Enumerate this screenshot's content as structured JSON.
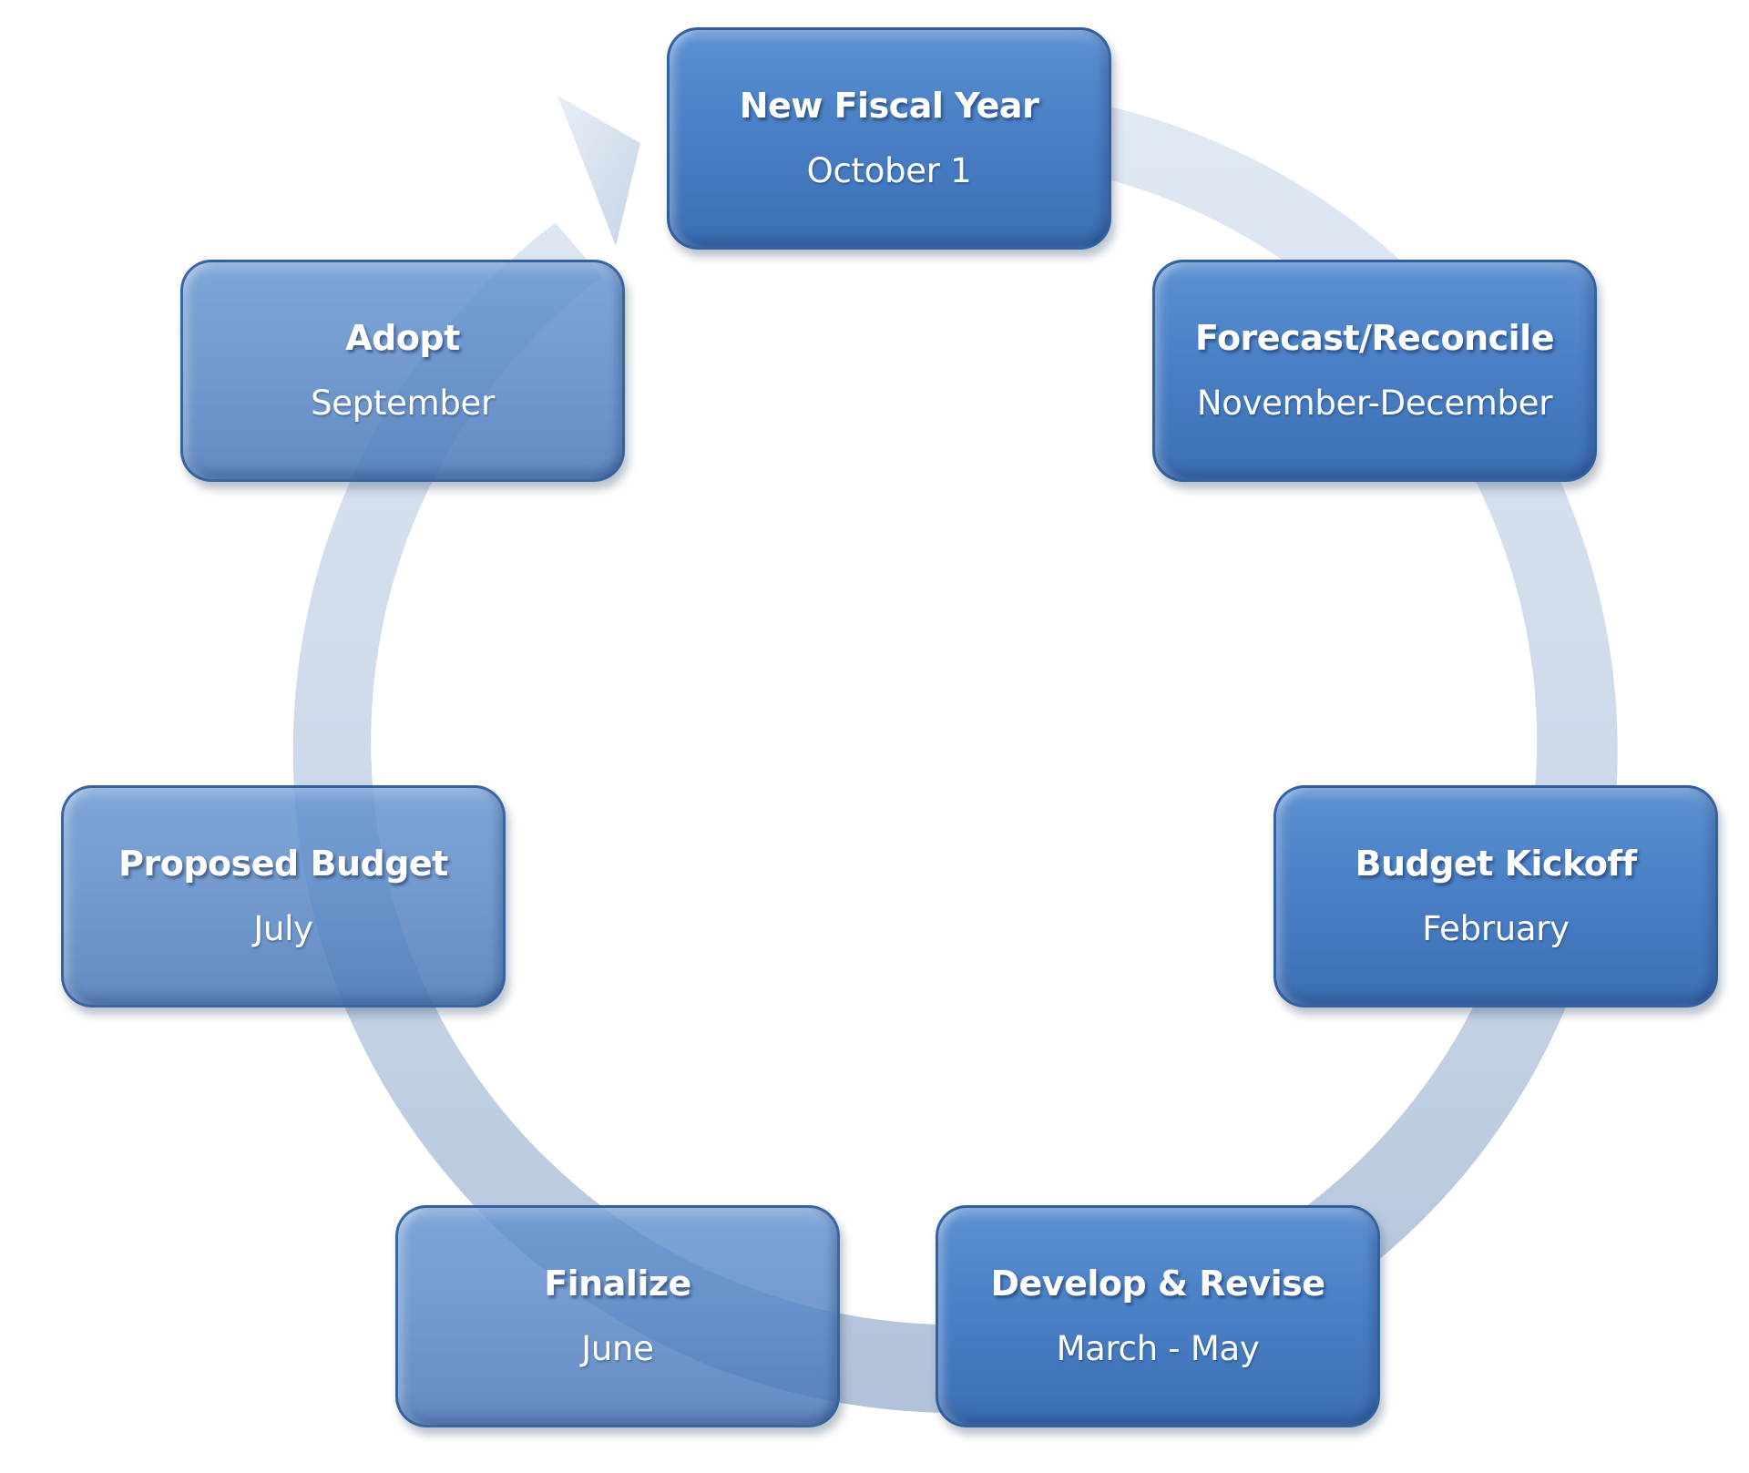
{
  "diagram": {
    "stages": [
      {
        "title": "New Fiscal Year",
        "timing": "October 1"
      },
      {
        "title": "Forecast/Reconcile",
        "timing": "November-December"
      },
      {
        "title": "Budget Kickoff",
        "timing": "February"
      },
      {
        "title": "Develop & Revise",
        "timing": "March - May"
      },
      {
        "title": "Finalize",
        "timing": "June"
      },
      {
        "title": "Proposed Budget",
        "timing": "July"
      },
      {
        "title": "Adopt",
        "timing": "September"
      }
    ]
  },
  "colors": {
    "box_fill": "#4a80c6",
    "box_border": "#2b5c9b",
    "ring": "#b7c8df",
    "text": "#ffffff"
  },
  "icons": {
    "cycle_arrow": "circular-arrow-icon"
  }
}
